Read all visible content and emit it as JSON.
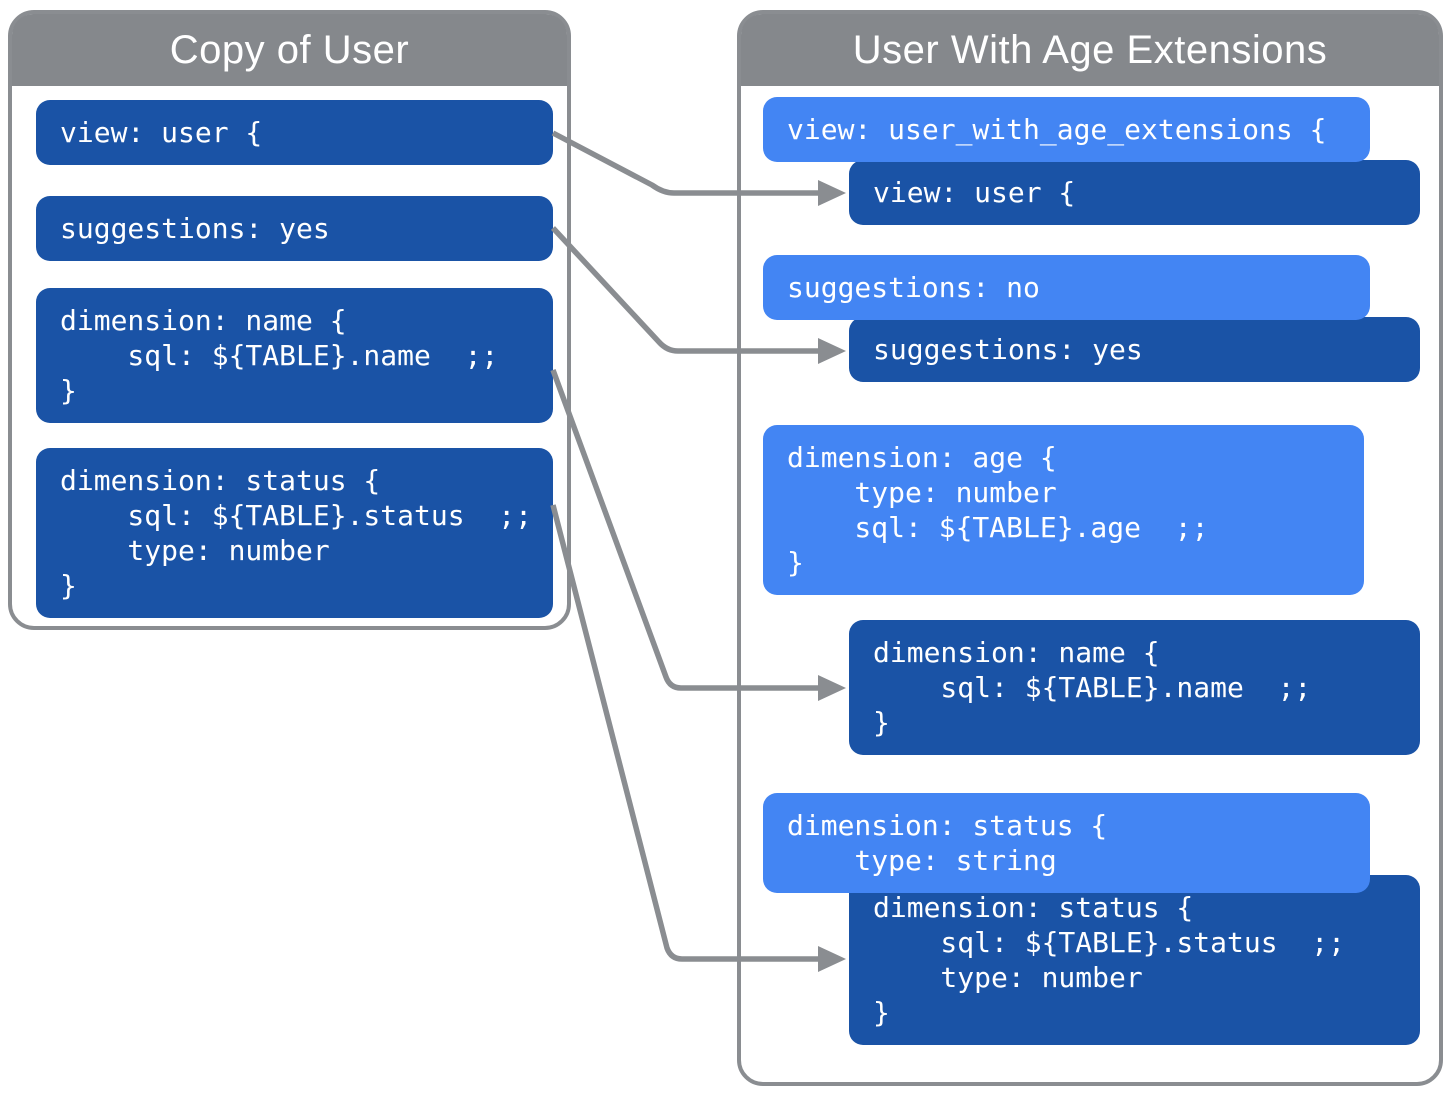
{
  "diagram": {
    "kind": "lookml-view-extension",
    "colors": {
      "light_blue": "#4385F3",
      "dark_blue": "#1A53A6",
      "header_gray": "#85888C",
      "line_gray": "#8A8D91",
      "text_white": "#FFFFFF"
    }
  },
  "left": {
    "title": "Copy of User",
    "blocks": [
      {
        "name": "view-user",
        "code": "view: user {"
      },
      {
        "name": "suggestions-yes",
        "code": "suggestions: yes"
      },
      {
        "name": "dimension-name",
        "code": "dimension: name {\n    sql: ${TABLE}.name  ;;\n}"
      },
      {
        "name": "dimension-status",
        "code": "dimension: status {\n    sql: ${TABLE}.status  ;;\n    type: number\n}"
      }
    ]
  },
  "right": {
    "title": "User With Age Extensions",
    "blocks": [
      {
        "name": "view-user-with-age-extensions",
        "code": "view: user_with_age_extensions {"
      },
      {
        "name": "view-user-inherited",
        "code": "view: user {"
      },
      {
        "name": "suggestions-no",
        "code": "suggestions: no"
      },
      {
        "name": "suggestions-yes-inherited",
        "code": "suggestions: yes"
      },
      {
        "name": "dimension-age",
        "code": "dimension: age {\n    type: number\n    sql: ${TABLE}.age  ;;\n}"
      },
      {
        "name": "dimension-name-inherited",
        "code": "dimension: name {\n    sql: ${TABLE}.name  ;;\n}"
      },
      {
        "name": "dimension-status-override",
        "code": "dimension: status {\n    type: string"
      },
      {
        "name": "dimension-status-inherited",
        "code": "dimension: status {\n    sql: ${TABLE}.status  ;;\n    type: number\n}"
      }
    ]
  }
}
